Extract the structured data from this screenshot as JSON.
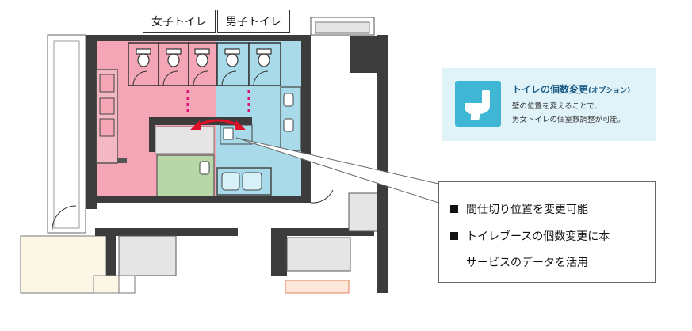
{
  "labels": {
    "women": "女子トイレ",
    "men": "男子トイレ"
  },
  "info_card": {
    "title": "トイレの個数変更",
    "title_suffix": "(オプション)",
    "desc_line1": "壁の位置を変えることで、",
    "desc_line2": "男女トイレの個室数調整が可能。",
    "icon": "toilet-icon"
  },
  "callout": {
    "line1": "間仕切り位置を変更可能",
    "line2": "トイレブースの個数変更に本",
    "line3": "サービスのデータを活用"
  },
  "colors": {
    "women_zone": "#f4a6b6",
    "men_zone": "#a8daea",
    "multipurpose_zone": "#b7d7a8",
    "wall": "#3c3c3c",
    "arrow": "#e0102a",
    "partition_dash": "#e0107a",
    "icon_bg": "#3fb6d3",
    "card_bg": "#dff3f8"
  }
}
